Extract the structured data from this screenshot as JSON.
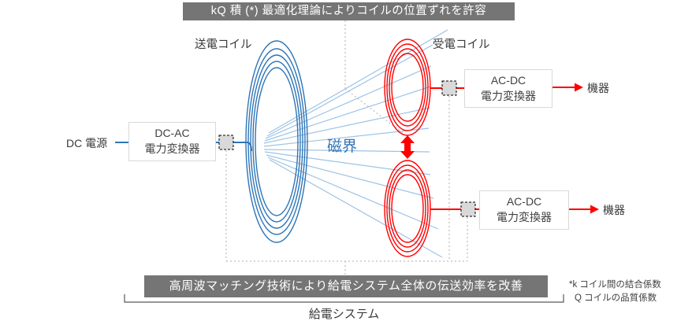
{
  "banners": {
    "top": "kQ 積 (*) 最適化理論によりコイルの位置ずれを許容",
    "bottom": "高周波マッチング技術により給電システム全体の伝送効率を改善"
  },
  "labels": {
    "dc_source": "DC 電源",
    "tx_coil": "送電コイル",
    "rx_coil": "受電コイル",
    "magnetic_field": "磁界",
    "device_top": "機器",
    "device_bottom": "機器",
    "system": "給電システム"
  },
  "boxes": {
    "dcac": {
      "line1": "DC-AC",
      "line2": "電力変換器"
    },
    "acdc_top": {
      "line1": "AC-DC",
      "line2": "電力変換器"
    },
    "acdc_bottom": {
      "line1": "AC-DC",
      "line2": "電力変換器"
    }
  },
  "footnote": {
    "line1": "*k コイル間の結合係数",
    "line2": "Q コイルの品質係数"
  },
  "colors": {
    "banner_bg": "#757575",
    "coil_blue": "#2e75b6",
    "field_line_blue": "#9dc3e6",
    "accent_red": "#ff0000",
    "box_border": "#d9d9d9",
    "dotted_gray": "#c9c9c9",
    "text_dark": "#3f3f3f"
  }
}
